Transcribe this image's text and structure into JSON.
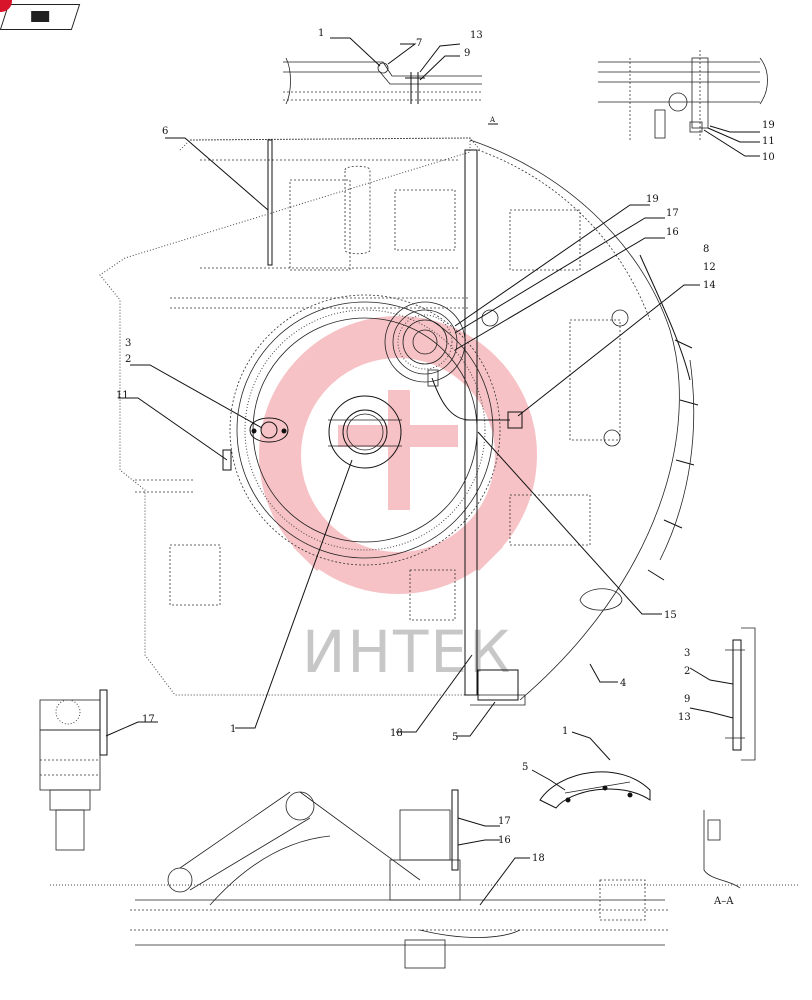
{
  "callouts": [
    {
      "id": "c-1-top",
      "text": "1"
    },
    {
      "id": "c-7",
      "text": "7"
    },
    {
      "id": "c-13-top",
      "text": "13"
    },
    {
      "id": "c-9-top",
      "text": "9"
    },
    {
      "id": "c-19-tr",
      "text": "19"
    },
    {
      "id": "c-11-tr",
      "text": "11"
    },
    {
      "id": "c-10",
      "text": "10"
    },
    {
      "id": "c-6",
      "text": "6"
    },
    {
      "id": "c-19",
      "text": "19"
    },
    {
      "id": "c-17",
      "text": "17"
    },
    {
      "id": "c-16",
      "text": "16"
    },
    {
      "id": "c-8",
      "text": "8"
    },
    {
      "id": "c-12",
      "text": "12"
    },
    {
      "id": "c-14",
      "text": "14"
    },
    {
      "id": "c-3",
      "text": "3"
    },
    {
      "id": "c-2",
      "text": "2"
    },
    {
      "id": "c-11",
      "text": "11"
    },
    {
      "id": "c-15",
      "text": "15"
    },
    {
      "id": "c-4",
      "text": "4"
    },
    {
      "id": "c-1",
      "text": "1"
    },
    {
      "id": "c-18",
      "text": "18"
    },
    {
      "id": "c-5",
      "text": "5"
    },
    {
      "id": "c-17-left",
      "text": "17"
    },
    {
      "id": "c-3-right",
      "text": "3"
    },
    {
      "id": "c-2-right",
      "text": "2"
    },
    {
      "id": "c-9-right",
      "text": "9"
    },
    {
      "id": "c-13-right",
      "text": "13"
    },
    {
      "id": "c-1-part",
      "text": "1"
    },
    {
      "id": "c-5-part",
      "text": "5"
    },
    {
      "id": "c-17-bottom",
      "text": "17"
    },
    {
      "id": "c-16-bottom",
      "text": "16"
    },
    {
      "id": "c-18-bottom",
      "text": "18"
    }
  ],
  "section_label": "A–A",
  "section_marker": "A",
  "watermark": "ИНТЕК",
  "colors": {
    "line": "#111111",
    "watermark_red": "#e8444f",
    "badge_dot": "#d8142b"
  },
  "icons": {
    "nav_badge": "book-arrow-icon"
  }
}
